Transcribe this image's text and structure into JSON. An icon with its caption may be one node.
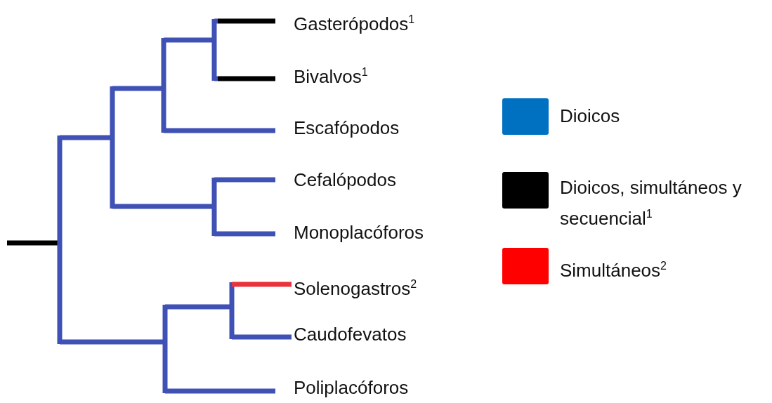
{
  "diagram": {
    "labels": [
      "Gasterópodos$^{1}$",
      "Bivalvos$^{1}$",
      "Escafópodos",
      "Cefalópodos",
      "Monoplacóforos",
      "Solenogastros$^{2}$",
      "Caudofevatos",
      "Poliplacóforos"
    ],
    "legend": [
      {
        "text": "Dioicos",
        "color": "#0070c0"
      },
      {
        "text": "Dioicos, simultáneos y secuencial$^{1}$",
        "color": "#000000"
      },
      {
        "text": "Simultáneos$^{2}$",
        "color": "#ff0000"
      }
    ]
  }
}
